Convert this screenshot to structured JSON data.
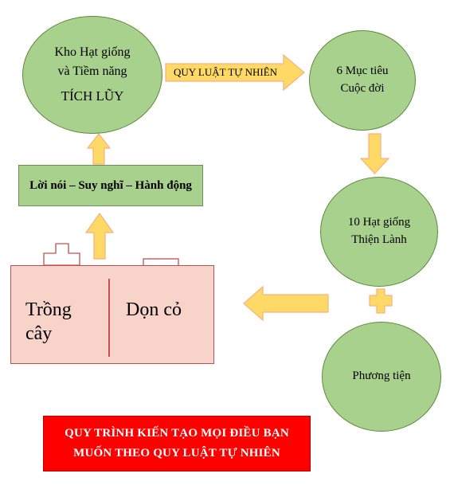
{
  "nodes": {
    "seed_store": {
      "line1": "Kho Hạt giống",
      "line2": "và Tiềm năng",
      "line3": "TÍCH LŨY"
    },
    "life_goals": {
      "line1": "6 Mục tiêu",
      "line2": "Cuộc đời"
    },
    "good_seeds": {
      "line1": "10 Hạt giống",
      "line2": "Thiện Lành"
    },
    "means": {
      "label": "Phương tiện"
    },
    "actions": {
      "label": "Lời nói – Suy nghĩ – Hành động"
    },
    "planting": {
      "label_left": "Trồng cây",
      "label_right": "Dọn cỏ"
    }
  },
  "arrow_natural_law": {
    "label": "QUY LUẬT TỰ NHIÊN"
  },
  "footer": {
    "line1": "QUY TRÌNH  KIẾN TẠO MỌI ĐIỀU BẠN",
    "line2": "MUỐN THEO QUY LUẬT TỰ NHIÊN"
  },
  "colors": {
    "circle_fill": "#a9d18e",
    "arrow_fill": "#ffd966",
    "battery_fill": "#f8d3c9",
    "battery_border": "#c0504d",
    "footer_fill": "#ff0000"
  }
}
